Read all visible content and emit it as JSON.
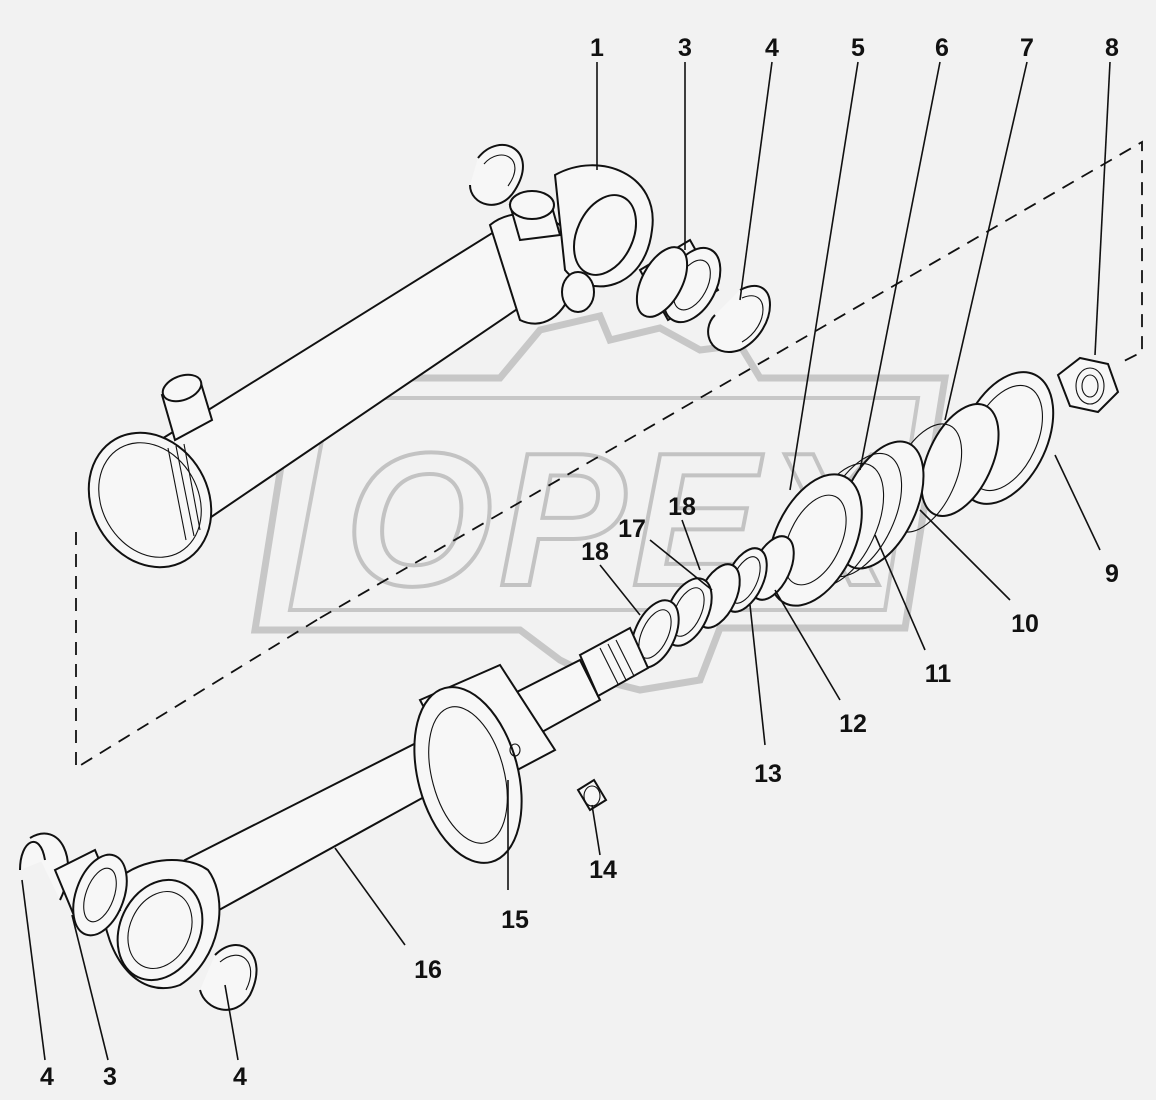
{
  "watermark": {
    "text": "OPEX"
  },
  "callouts": {
    "c1": "1",
    "c3_top": "3",
    "c4_top": "4",
    "c5": "5",
    "c6": "6",
    "c7": "7",
    "c8": "8",
    "c9": "9",
    "c10": "10",
    "c11": "11",
    "c12": "12",
    "c13": "13",
    "c14": "14",
    "c15": "15",
    "c16": "16",
    "c17": "17",
    "c18_a": "18",
    "c18_b": "18",
    "c4_bl": "4",
    "c3_bl": "3",
    "c4_br": "4"
  },
  "colors": {
    "line": "#111111",
    "watermark": "#c7c7c7",
    "background": "#f2f2f2"
  }
}
